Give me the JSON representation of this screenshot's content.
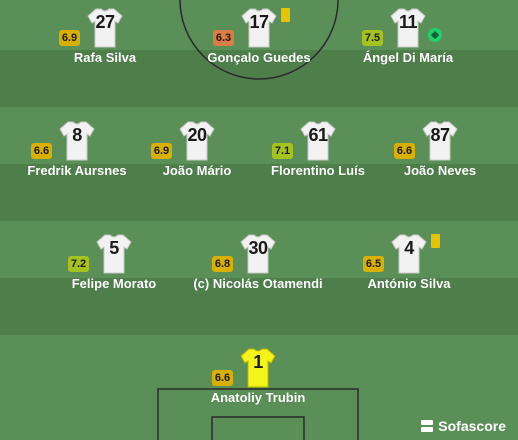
{
  "colors": {
    "pitch_dark": "#4e7e4a",
    "pitch_light": "#5a8f57",
    "line": "#2b2b2b",
    "rating_yellow": "#d9af00",
    "rating_green": "#a6c21f",
    "rating_orange": "#dd7d46",
    "yellow_card": "#e6c400",
    "goal_icon": "#1fd36b"
  },
  "players": [
    {
      "number": "27",
      "name": "Rafa Silva",
      "rating": "6.9",
      "rating_color": "yellow"
    },
    {
      "number": "17",
      "name": "Gonçalo Guedes",
      "rating": "6.3",
      "rating_color": "orange",
      "event": "yellow-card"
    },
    {
      "number": "11",
      "name": "Ángel Di María",
      "rating": "7.5",
      "rating_color": "green",
      "event": "goal"
    },
    {
      "number": "8",
      "name": "Fredrik Aursnes",
      "rating": "6.6",
      "rating_color": "yellow"
    },
    {
      "number": "20",
      "name": "João Mário",
      "rating": "6.9",
      "rating_color": "yellow"
    },
    {
      "number": "61",
      "name": "Florentino Luís",
      "rating": "7.1",
      "rating_color": "green"
    },
    {
      "number": "87",
      "name": "João Neves",
      "rating": "6.6",
      "rating_color": "yellow"
    },
    {
      "number": "5",
      "name": "Felipe Morato",
      "rating": "7.2",
      "rating_color": "green"
    },
    {
      "number": "30",
      "name": "(c) Nicolás Otamendi",
      "rating": "6.8",
      "rating_color": "yellow"
    },
    {
      "number": "4",
      "name": "António Silva",
      "rating": "6.5",
      "rating_color": "yellow",
      "event": "yellow-card"
    },
    {
      "number": "1",
      "name": "Anatoliy Trubin",
      "rating": "6.6",
      "rating_color": "yellow",
      "goalkeeper": true
    }
  ],
  "watermark": {
    "text": "Sofascore",
    "icon": "sofascore-logo-icon"
  }
}
